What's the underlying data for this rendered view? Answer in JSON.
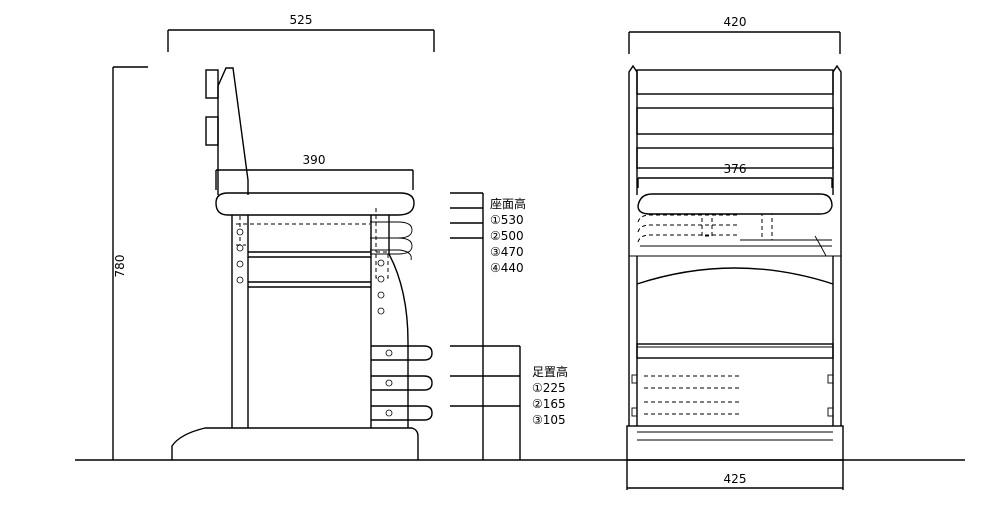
{
  "dimensions": {
    "side_depth": "525",
    "side_height": "780",
    "side_seat_depth": "390",
    "front_back_width": "420",
    "front_seat_width": "376",
    "front_base_width": "425"
  },
  "seat_height": {
    "title": "座面高",
    "options": [
      "①530",
      "②500",
      "③470",
      "④440"
    ]
  },
  "footrest_height": {
    "title": "足置高",
    "options": [
      "①225",
      "②165",
      "③105"
    ]
  }
}
